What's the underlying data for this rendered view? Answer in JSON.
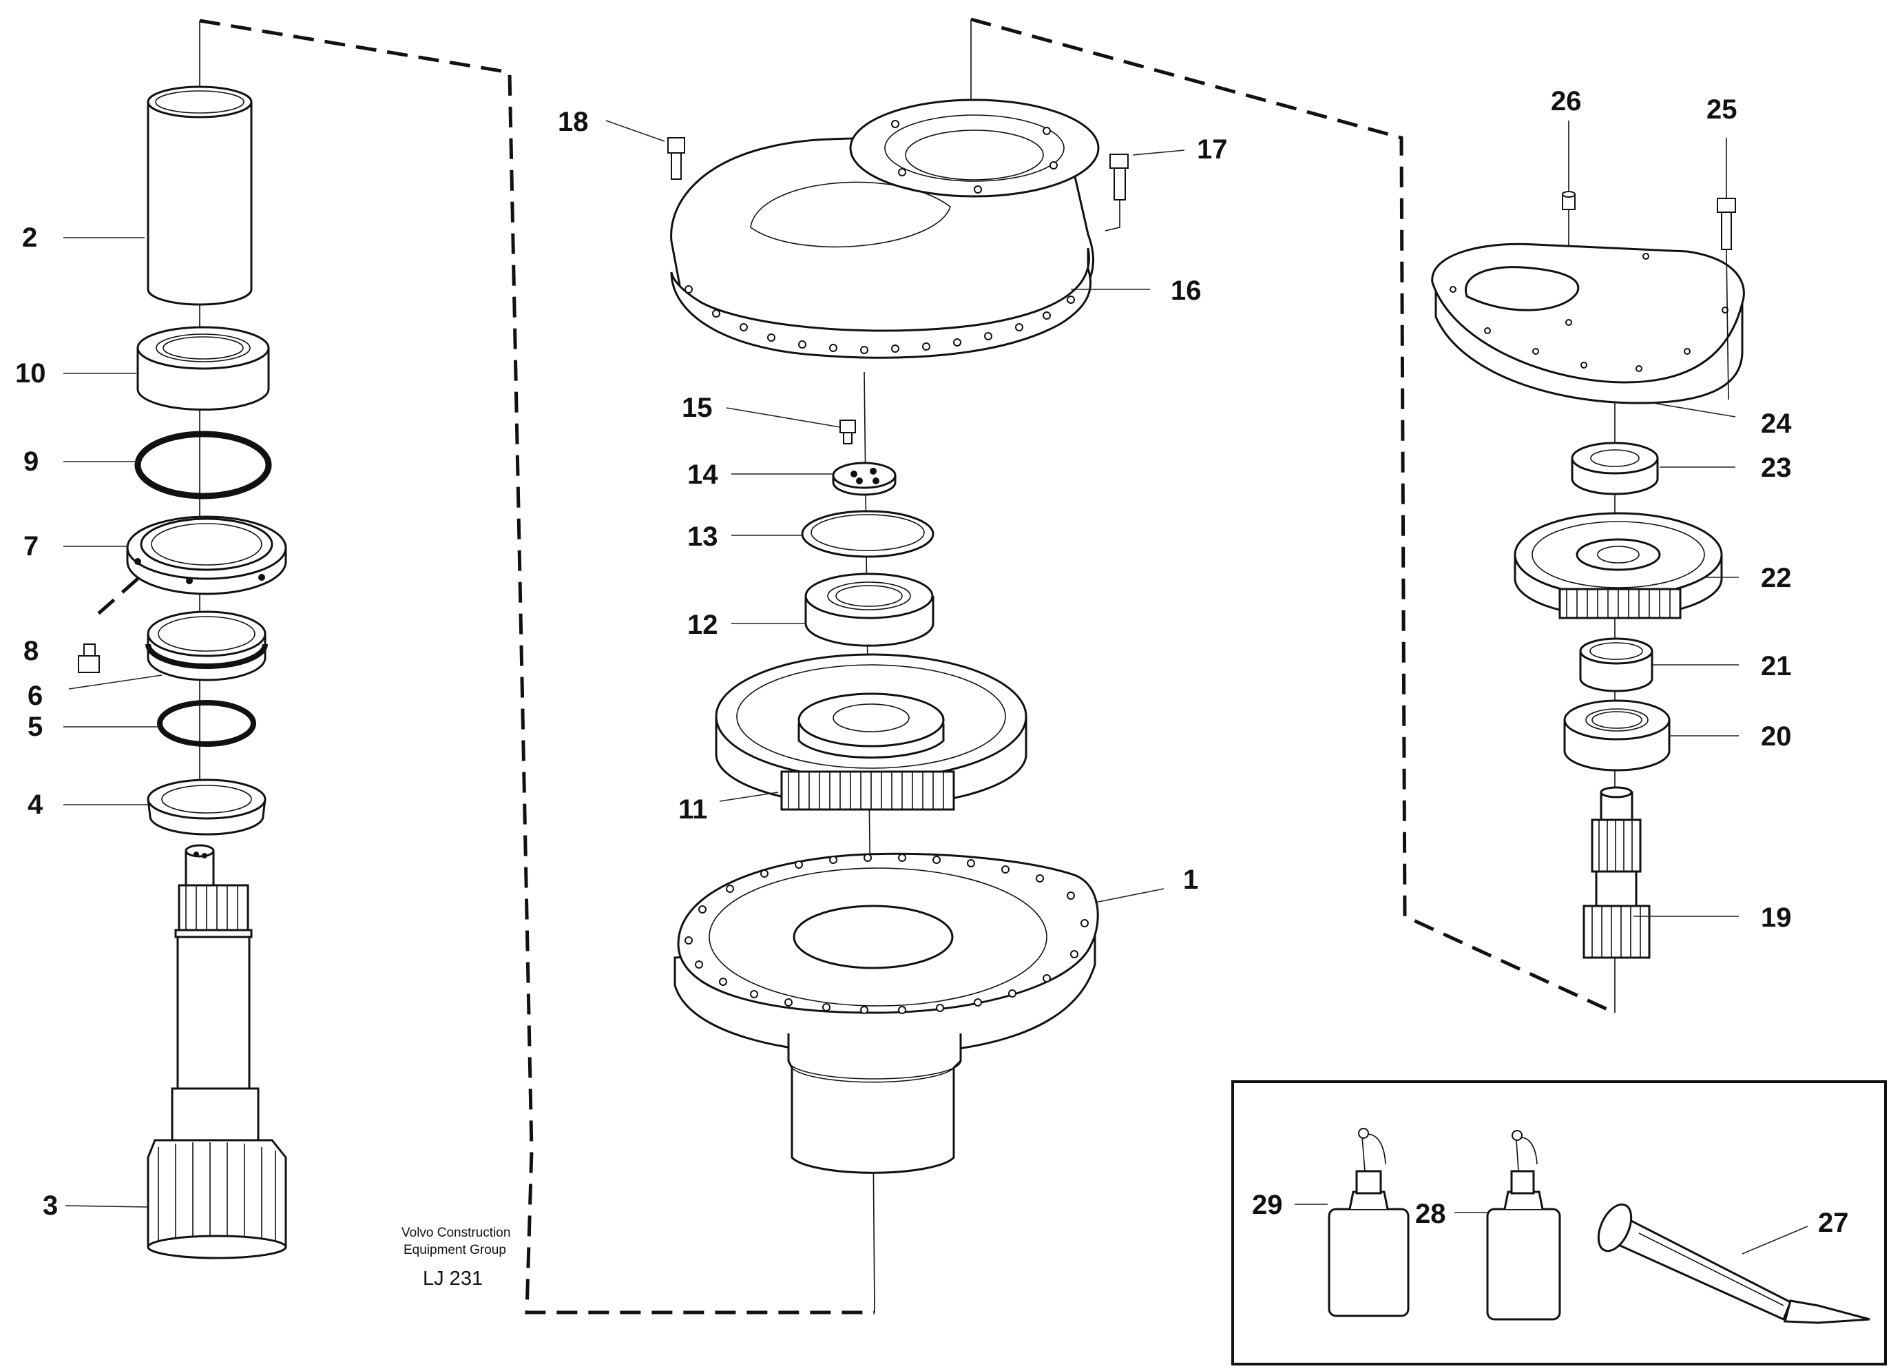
{
  "diagram": {
    "caption": {
      "line1": "Volvo Construction",
      "line2": "Equipment Group",
      "code": "LJ 231"
    },
    "callouts": [
      "1",
      "2",
      "3",
      "4",
      "5",
      "6",
      "7",
      "8",
      "9",
      "10",
      "11",
      "12",
      "13",
      "14",
      "15",
      "16",
      "17",
      "18",
      "19",
      "20",
      "21",
      "22",
      "23",
      "24",
      "25",
      "26",
      "27",
      "28",
      "29"
    ]
  }
}
